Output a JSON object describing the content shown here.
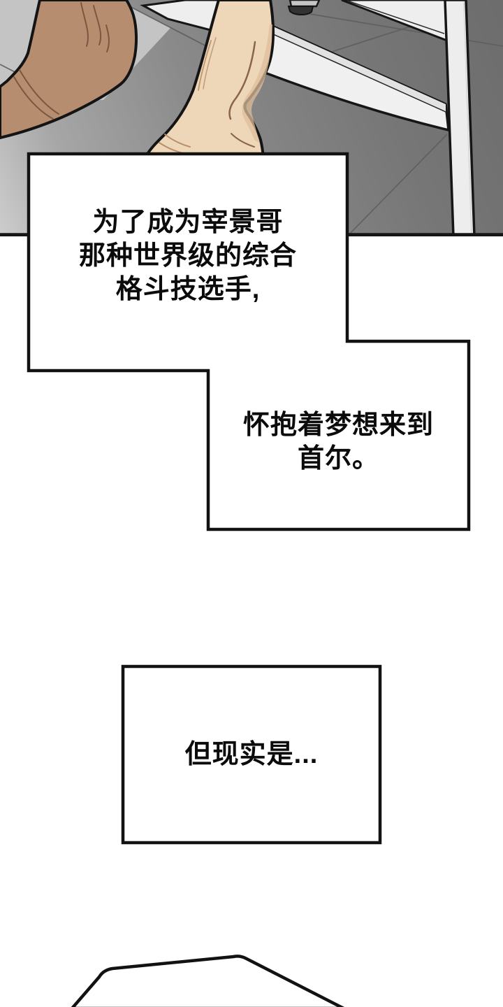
{
  "page": {
    "kind": "webtoon-comic-panel",
    "background_color": "#ffffff"
  },
  "captions": [
    {
      "text": "为了成为宰景哥\n那种世界级的综合\n格斗技选手,"
    },
    {
      "text": "怀抱着梦想来到\n首尔。"
    },
    {
      "text": "但现实是..."
    }
  ],
  "colors": {
    "outline": "#141414",
    "caption_border": "#121212",
    "caption_fill": "#ffffff",
    "text": "#0b0b0b",
    "floor_light": "#c4c4c4",
    "floor_mid": "#8a8a8a",
    "floor_dark": "#6d6d6d",
    "skin_tan": "#b78d6f",
    "skin_tan_crease": "#7c5740",
    "skin_light": "#eed7b9",
    "skin_light_shade": "#ddbd9c",
    "skin_light_crease": "#8a6349",
    "bed_frame_white": "#f0f0f0",
    "bed_frame_shade": "#e2e2e2",
    "furniture_leg_gray": "#c6c6c6",
    "furniture_cap_dark": "#333333"
  },
  "illustration": {
    "elements": [
      "tiled-floor",
      "tanned-foot",
      "light-leg",
      "bed-frame-top-rail",
      "bed-frame-diagonal-rail",
      "bed-frame-post",
      "furniture-leg"
    ]
  },
  "speech_bubble_partial": {
    "visible": true,
    "position": "bottom-left"
  }
}
